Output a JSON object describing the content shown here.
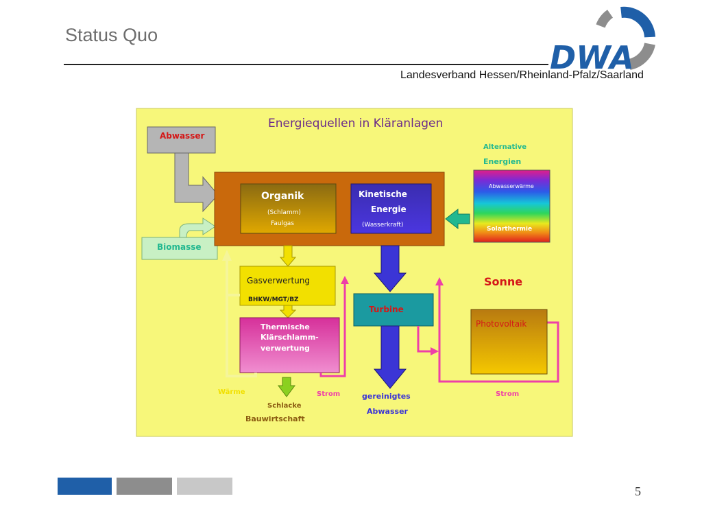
{
  "header": {
    "title": "Status Quo",
    "subtitle": "Landesverband Hessen/Rheinland-Pfalz/Saarland",
    "logo_text": "DWA"
  },
  "footer": {
    "page_number": "5",
    "bar_colors": [
      "#1f5fa8",
      "#8d8d8d",
      "#c8c8c8"
    ]
  },
  "diagram": {
    "title": "Energiequellen in Kläranlagen",
    "abwasser_in": "Abwasser",
    "biomasse": "Biomasse",
    "organik": {
      "title": "Organik",
      "sub1": "(Schlamm)",
      "sub2": "Faulgas"
    },
    "kinetisch": {
      "line1": "Kinetische",
      "line2": "Energie",
      "sub": "(Wasserkraft)"
    },
    "alternative": {
      "line1": "Alternative",
      "line2": "Energien"
    },
    "rainbow": {
      "top": "Abwasserwärme",
      "bottom": "Solarthermie"
    },
    "gas": {
      "title": "Gasverwertung",
      "sub": "BHKW/MGT/BZ"
    },
    "thermische": {
      "line1": "Thermische",
      "line2": "Klärschlamm-",
      "line3": "verwertung"
    },
    "turbine": "Turbine",
    "sonne": "Sonne",
    "photovoltaik": "Photovoltaik",
    "waerme": "Wärme",
    "schlacke": "Schlacke",
    "bauwirtschaft": "Bauwirtschaft",
    "strom_left": "Strom",
    "strom_right": "Strom",
    "gereinigtes": "gereinigtes",
    "abwasser_out": "Abwasser",
    "colors": {
      "background": "#f7f77a",
      "main_box": "#c9690c",
      "turbine": "#1b9aa0",
      "blue_arrow": "#3b35d6",
      "magenta": "#ee3fa8",
      "yellow_arrow": "#f2e000",
      "green_arrow": "#22b890"
    }
  }
}
